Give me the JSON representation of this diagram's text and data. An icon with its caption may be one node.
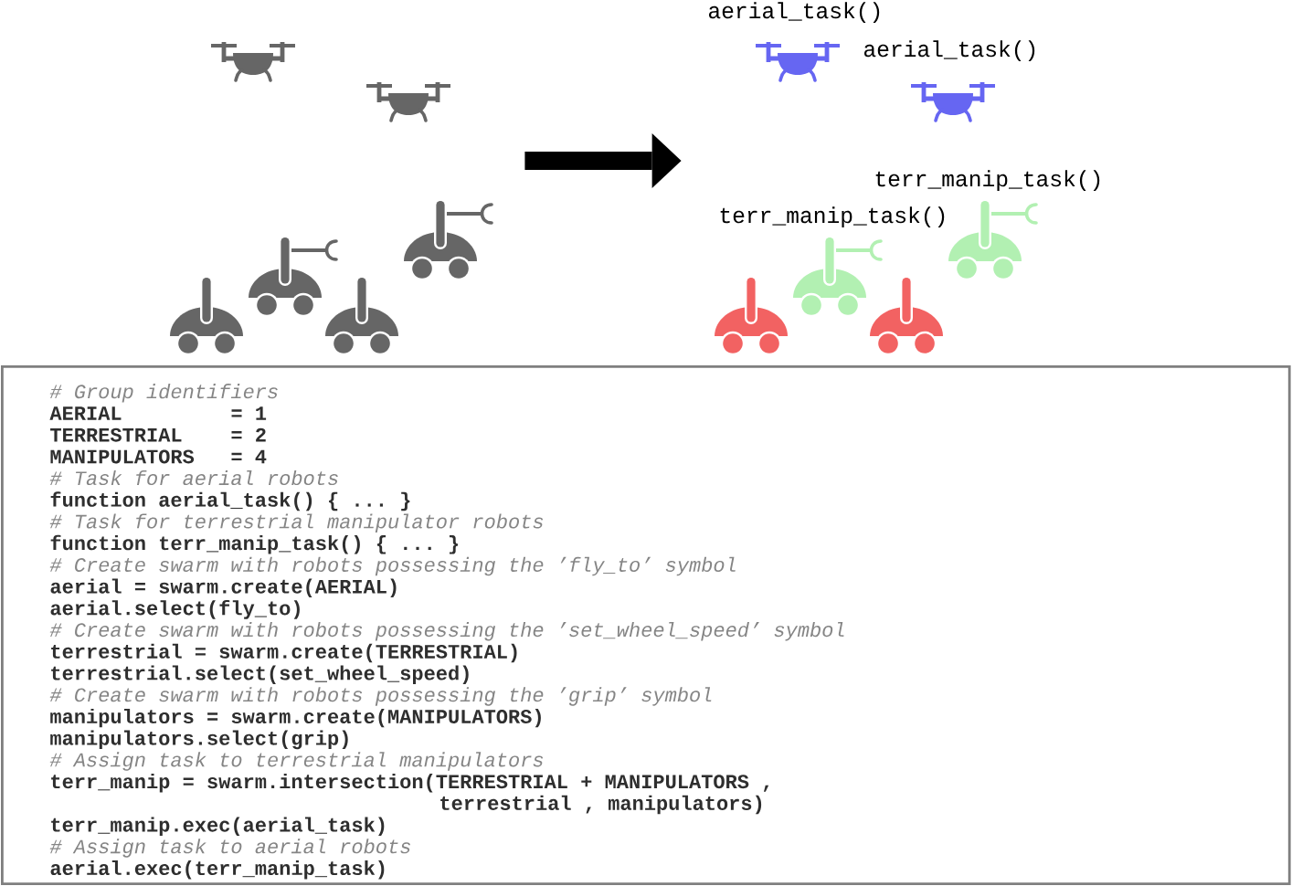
{
  "diagram": {
    "nodes": [
      {
        "text": [],
        "shape": "picture"
      },
      {
        "text": [],
        "shape": "picture"
      },
      {
        "text": [
          "# Group identifiers",
          "AERIAL         = 1",
          "TERRESTRIAL    = 2",
          "MANIPULATORS   = 4",
          "# Task for aerial robots",
          "function aerial_task() { ... }",
          "# Task for terrestrial manipulator robots",
          "function terr_manip_task() { ... }",
          "# Create swarm with robots possessing the ’fly_to’ symbol",
          "aerial = swarm.create(AERIAL)",
          "aerial.select(fly_to)",
          "# Create swarm with robots possessing the ’set_wheel_speed’ symbol",
          "terrestrial = swarm.create(TERRESTRIAL)",
          "terrestrial.select(set_wheel_speed)",
          "# Create swarm with robots possessing the ’grip’ symbol",
          "manipulators = swarm.create(MANIPULATORS)",
          "manipulators.select(grip)",
          "# Assign task to terrestrial manipulators",
          "terr_manip = swarm.intersection(TERRESTRIAL + MANIPULATORS ,",
          "terrestrial , manipulators)",
          "terr_manip.exec(aerial_task)",
          "# Assign task to aerial robots",
          "aerial.exec(terr_manip_task)"
        ]
      }
    ],
    "edges": [
      {
        "from": 0,
        "to": 1,
        "arrow": "to"
      }
    ],
    "labels": [
      "aerial_task()",
      "aerial_task()",
      "terr_manip_task()",
      "terr_manip_task()"
    ]
  }
}
